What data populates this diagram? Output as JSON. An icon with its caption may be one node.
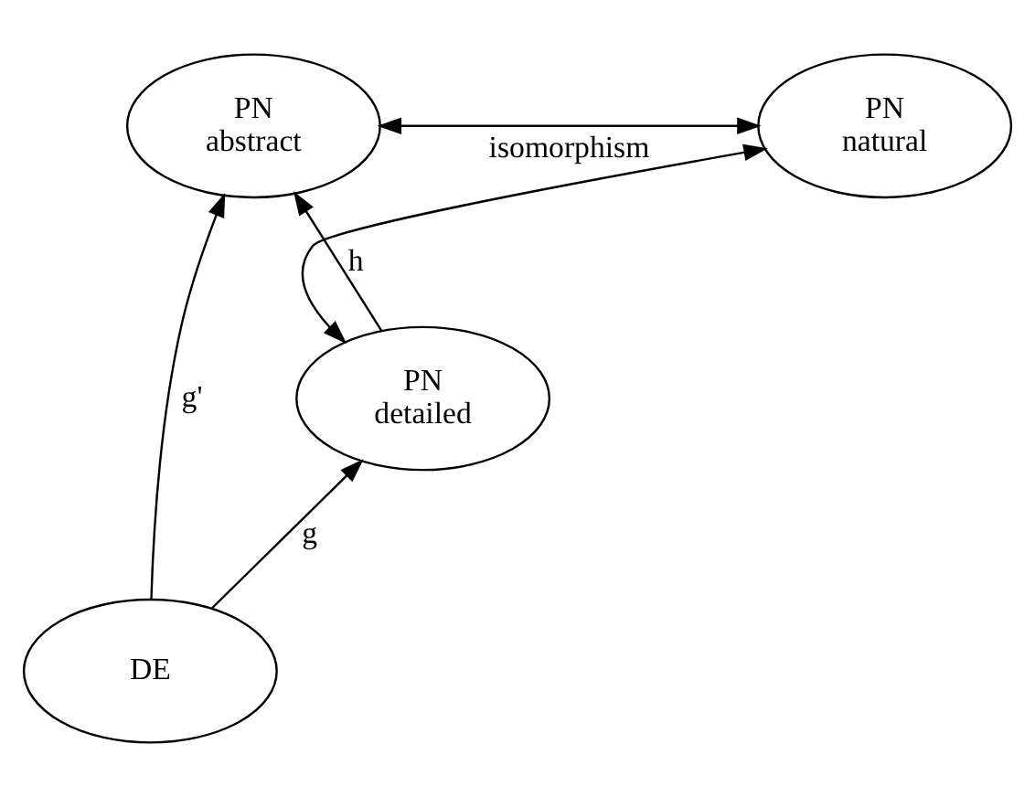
{
  "diagram": {
    "nodes": [
      {
        "text": [
          "PN",
          "abstract"
        ]
      },
      {
        "text": [
          "PN",
          "natural"
        ]
      },
      {
        "text": [
          "PN",
          "detailed"
        ]
      },
      {
        "text": [
          "DE"
        ]
      }
    ],
    "edges": [
      {
        "from": 0,
        "to": 1,
        "arrow": "both",
        "label": "isomorphism"
      },
      {
        "from": 1,
        "to": 2,
        "arrow": "both"
      },
      {
        "from": 2,
        "to": 0,
        "arrow": "to",
        "label": "h"
      },
      {
        "from": 3,
        "to": 0,
        "arrow": "to",
        "label": "g'"
      },
      {
        "from": 3,
        "to": 2,
        "arrow": "to",
        "label": "g"
      }
    ]
  }
}
